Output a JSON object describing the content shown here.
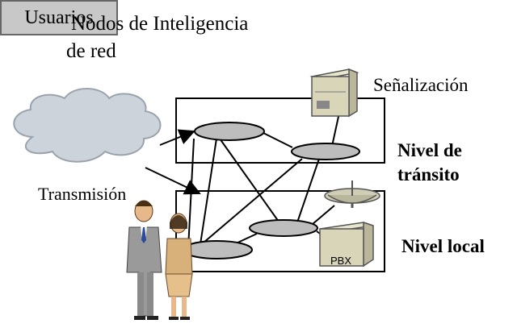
{
  "title": [
    "Nodos de Inteligencia",
    "de red"
  ],
  "labels": {
    "signaling": "Señalización",
    "transit_level": [
      "Nivel de",
      "tránsito"
    ],
    "transmission": "Transmisión",
    "local_level": "Nivel local",
    "users": "Usuarios",
    "pbx": "PBX"
  },
  "colors": {
    "node_fill": "#bdbdbd",
    "cloud_fill": "#cdd3db",
    "server_fill": "#d8d5b8"
  }
}
